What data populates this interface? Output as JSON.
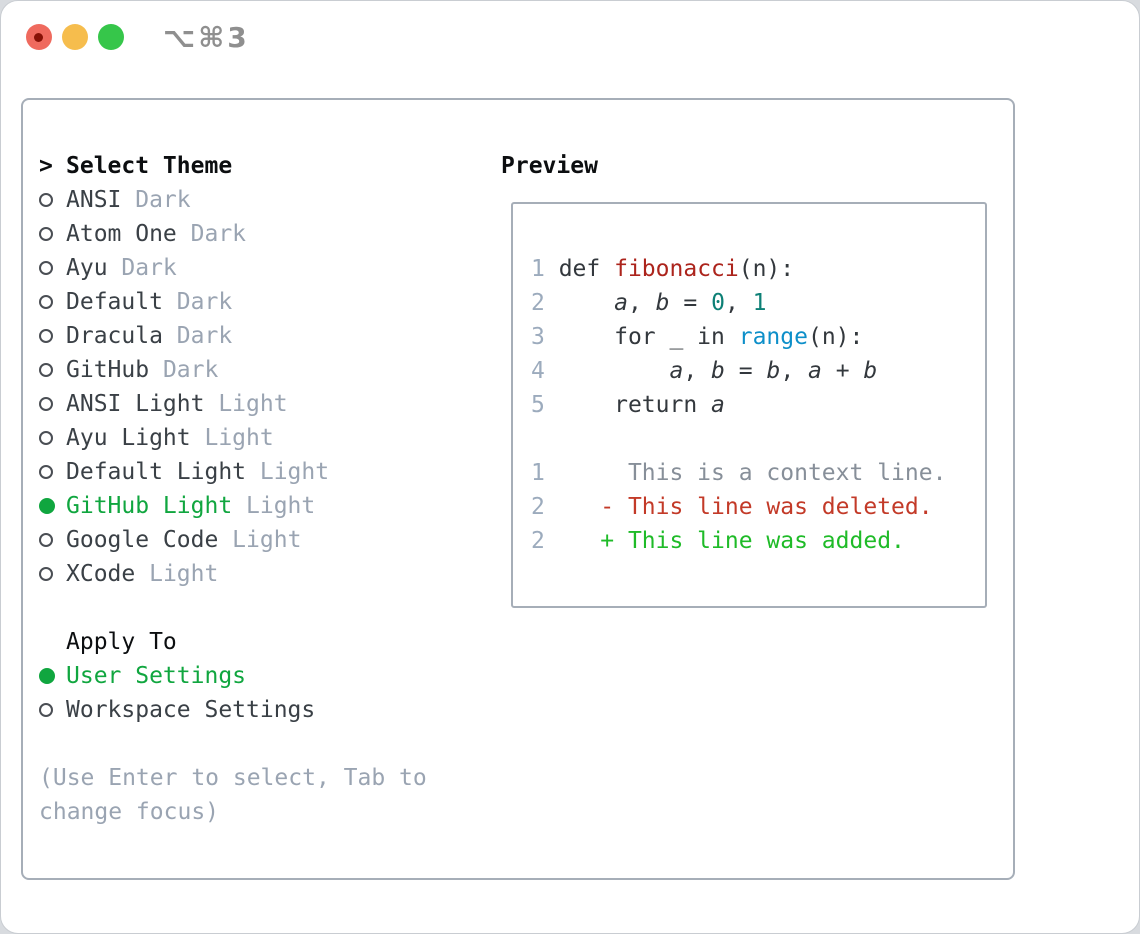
{
  "colors": {
    "page_bg": "#d8dbdf",
    "window_bg": "#ffffff",
    "panel_border": "#a6aeb8",
    "header_text": "#0c0e10",
    "item_text": "#3a4046",
    "muted_gray": "#9aa4b2",
    "bullet_outline": "#4a4e54",
    "accent_green": "#10a63f",
    "code_text": "#33383d",
    "lineno_gray": "#9cabbd",
    "func_red": "#ac241c",
    "number_teal": "#0d8076",
    "builtin_blue": "#0d8fc9",
    "context_gray": "#878f99",
    "deleted_red": "#c33a28",
    "added_green": "#1fbb28",
    "title_gray": "#8f8f8f",
    "close_red": "#ef6a5e",
    "close_dot": "#871106",
    "minimize_yellow": "#f6bd4d",
    "zoom_green": "#36c64a"
  },
  "window": {
    "title": "⌥⌘3"
  },
  "theme_selector": {
    "header_prefix": ">",
    "header": "Select Theme",
    "items": [
      {
        "name": "ANSI",
        "variant": "Dark",
        "selected": false
      },
      {
        "name": "Atom One",
        "variant": "Dark",
        "selected": false
      },
      {
        "name": "Ayu",
        "variant": "Dark",
        "selected": false
      },
      {
        "name": "Default",
        "variant": "Dark",
        "selected": false
      },
      {
        "name": "Dracula",
        "variant": "Dark",
        "selected": false
      },
      {
        "name": "GitHub",
        "variant": "Dark",
        "selected": false
      },
      {
        "name": "ANSI Light",
        "variant": "Light",
        "selected": false
      },
      {
        "name": "Ayu Light",
        "variant": "Light",
        "selected": false
      },
      {
        "name": "Default Light",
        "variant": "Light",
        "selected": false
      },
      {
        "name": "GitHub Light",
        "variant": "Light",
        "selected": true
      },
      {
        "name": "Google Code",
        "variant": "Light",
        "selected": false
      },
      {
        "name": "XCode",
        "variant": "Light",
        "selected": false
      }
    ]
  },
  "apply_to": {
    "header": "Apply To",
    "items": [
      {
        "name": "User Settings",
        "selected": true
      },
      {
        "name": "Workspace Settings",
        "selected": false
      }
    ]
  },
  "help_text": [
    "(Use Enter to select, Tab to",
    "change focus)"
  ],
  "preview": {
    "header": "Preview",
    "lines": [
      [
        {
          "t": "1",
          "c": "ln"
        },
        {
          "t": " def ",
          "c": "plain"
        },
        {
          "t": "fibonacci",
          "c": "func"
        },
        {
          "t": "(n):",
          "c": "plain"
        }
      ],
      [
        {
          "t": "2",
          "c": "ln"
        },
        {
          "t": "     ",
          "c": "plain"
        },
        {
          "t": "a",
          "c": "var"
        },
        {
          "t": ", ",
          "c": "plain"
        },
        {
          "t": "b",
          "c": "var"
        },
        {
          "t": " = ",
          "c": "plain"
        },
        {
          "t": "0",
          "c": "num"
        },
        {
          "t": ", ",
          "c": "plain"
        },
        {
          "t": "1",
          "c": "num"
        }
      ],
      [
        {
          "t": "3",
          "c": "ln"
        },
        {
          "t": "     for _ in ",
          "c": "plain"
        },
        {
          "t": "range",
          "c": "builtin"
        },
        {
          "t": "(n):",
          "c": "plain"
        }
      ],
      [
        {
          "t": "4",
          "c": "ln"
        },
        {
          "t": "         ",
          "c": "plain"
        },
        {
          "t": "a",
          "c": "var"
        },
        {
          "t": ", ",
          "c": "plain"
        },
        {
          "t": "b",
          "c": "var"
        },
        {
          "t": " = ",
          "c": "plain"
        },
        {
          "t": "b",
          "c": "var"
        },
        {
          "t": ", ",
          "c": "plain"
        },
        {
          "t": "a",
          "c": "var"
        },
        {
          "t": " + ",
          "c": "plain"
        },
        {
          "t": "b",
          "c": "var"
        }
      ],
      [
        {
          "t": "5",
          "c": "ln"
        },
        {
          "t": "     return ",
          "c": "plain"
        },
        {
          "t": "a",
          "c": "var"
        }
      ],
      [],
      [
        {
          "t": "1",
          "c": "ln"
        },
        {
          "t": "      This is a context line.",
          "c": "ctx"
        }
      ],
      [
        {
          "t": "2",
          "c": "ln"
        },
        {
          "t": "    - This line was deleted.",
          "c": "del"
        }
      ],
      [
        {
          "t": "2",
          "c": "ln"
        },
        {
          "t": "    + This line was added.",
          "c": "add"
        }
      ]
    ]
  }
}
